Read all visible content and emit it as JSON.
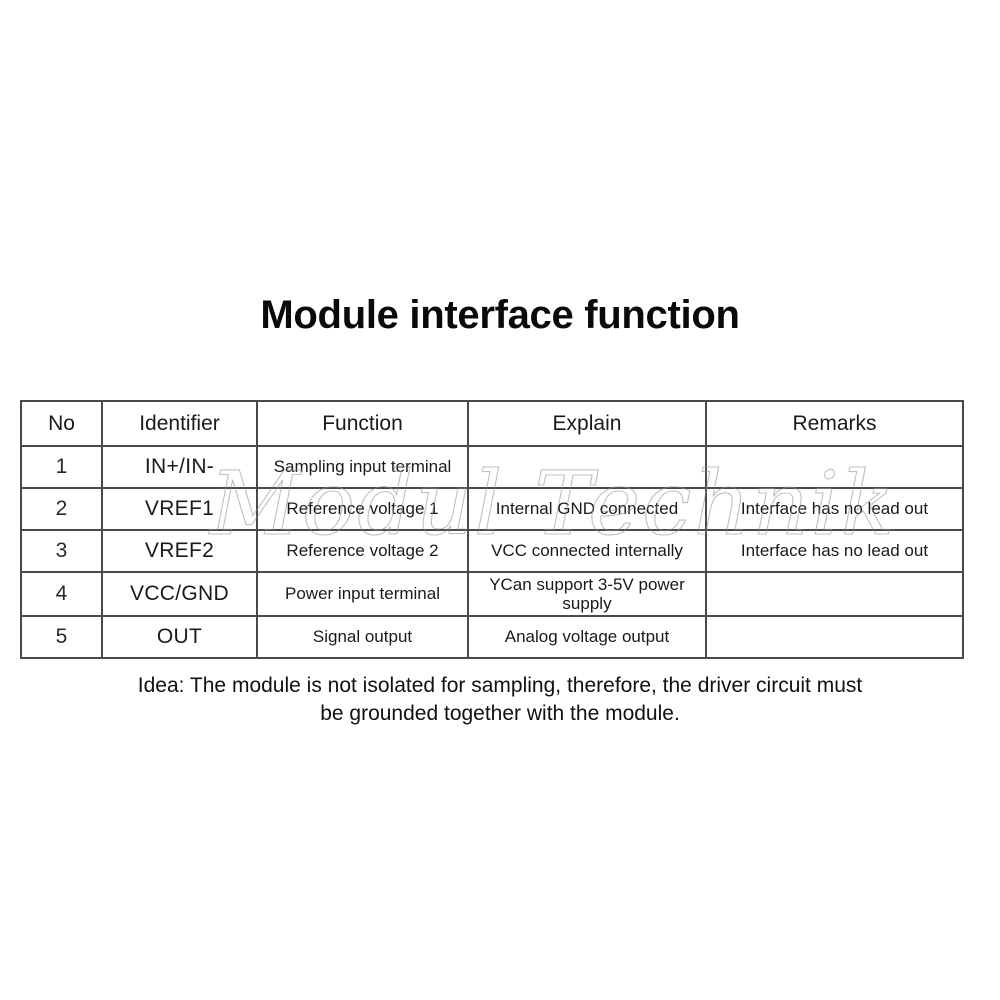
{
  "page": {
    "title": "Module interface function",
    "background_color": "#ffffff",
    "text_color": "#111111",
    "border_color": "#4a4a4a"
  },
  "table": {
    "columns": [
      "No",
      "Identifier",
      "Function",
      "Explain",
      "Remarks"
    ],
    "rows": [
      {
        "no": "1",
        "identifier": "IN+/IN-",
        "function": "Sampling input terminal",
        "explain": "",
        "remarks": ""
      },
      {
        "no": "2",
        "identifier": "VREF1",
        "function": "Reference voltage 1",
        "explain": "Internal GND connected",
        "remarks": "Interface has no lead out"
      },
      {
        "no": "3",
        "identifier": "VREF2",
        "function": "Reference voltage 2",
        "explain": "VCC connected internally",
        "remarks": "Interface has no lead out"
      },
      {
        "no": "4",
        "identifier": "VCC/GND",
        "function": "Power input terminal",
        "explain": "YCan support 3-5V power supply",
        "remarks": ""
      },
      {
        "no": "5",
        "identifier": "OUT",
        "function": "Signal output",
        "explain": "Analog voltage output",
        "remarks": ""
      }
    ]
  },
  "note": {
    "line1": "Idea: The module is not isolated for sampling, therefore, the driver circuit must",
    "line2": "be grounded together with the module."
  },
  "watermark": {
    "text": "Modul Technik",
    "color": "#8d8d8d"
  }
}
